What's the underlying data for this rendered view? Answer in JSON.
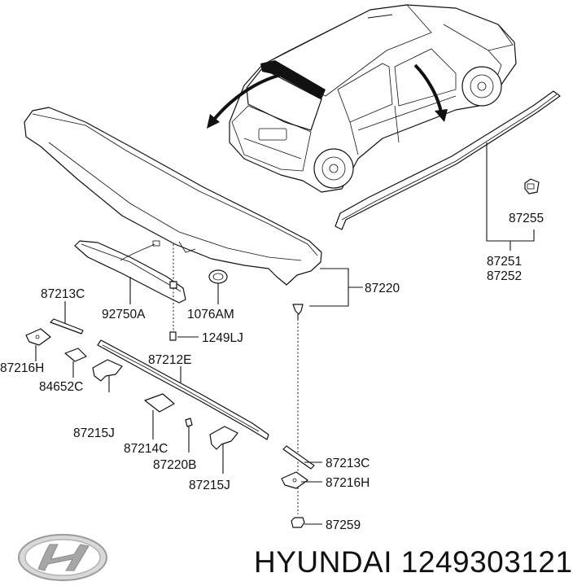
{
  "diagram": {
    "labels": {
      "p87255": "87255",
      "p87251": "87251",
      "p87252": "87252",
      "p87220": "87220",
      "p87213c_top": "87213C",
      "p92750a": "92750A",
      "p1076am": "1076AM",
      "p1249lj": "1249LJ",
      "p87216h_left": "87216H",
      "p84652c": "84652C",
      "p87212e": "87212E",
      "p87215j_left": "87215J",
      "p87214c": "87214C",
      "p87220b": "87220B",
      "p87215j_right": "87215J",
      "p87213c_right": "87213C",
      "p87216h_right": "87216H",
      "p87259": "87259"
    }
  },
  "footer": {
    "brand_text": "HYUNDAI 1249303121",
    "logo_icon": "hyundai-logo-icon"
  }
}
